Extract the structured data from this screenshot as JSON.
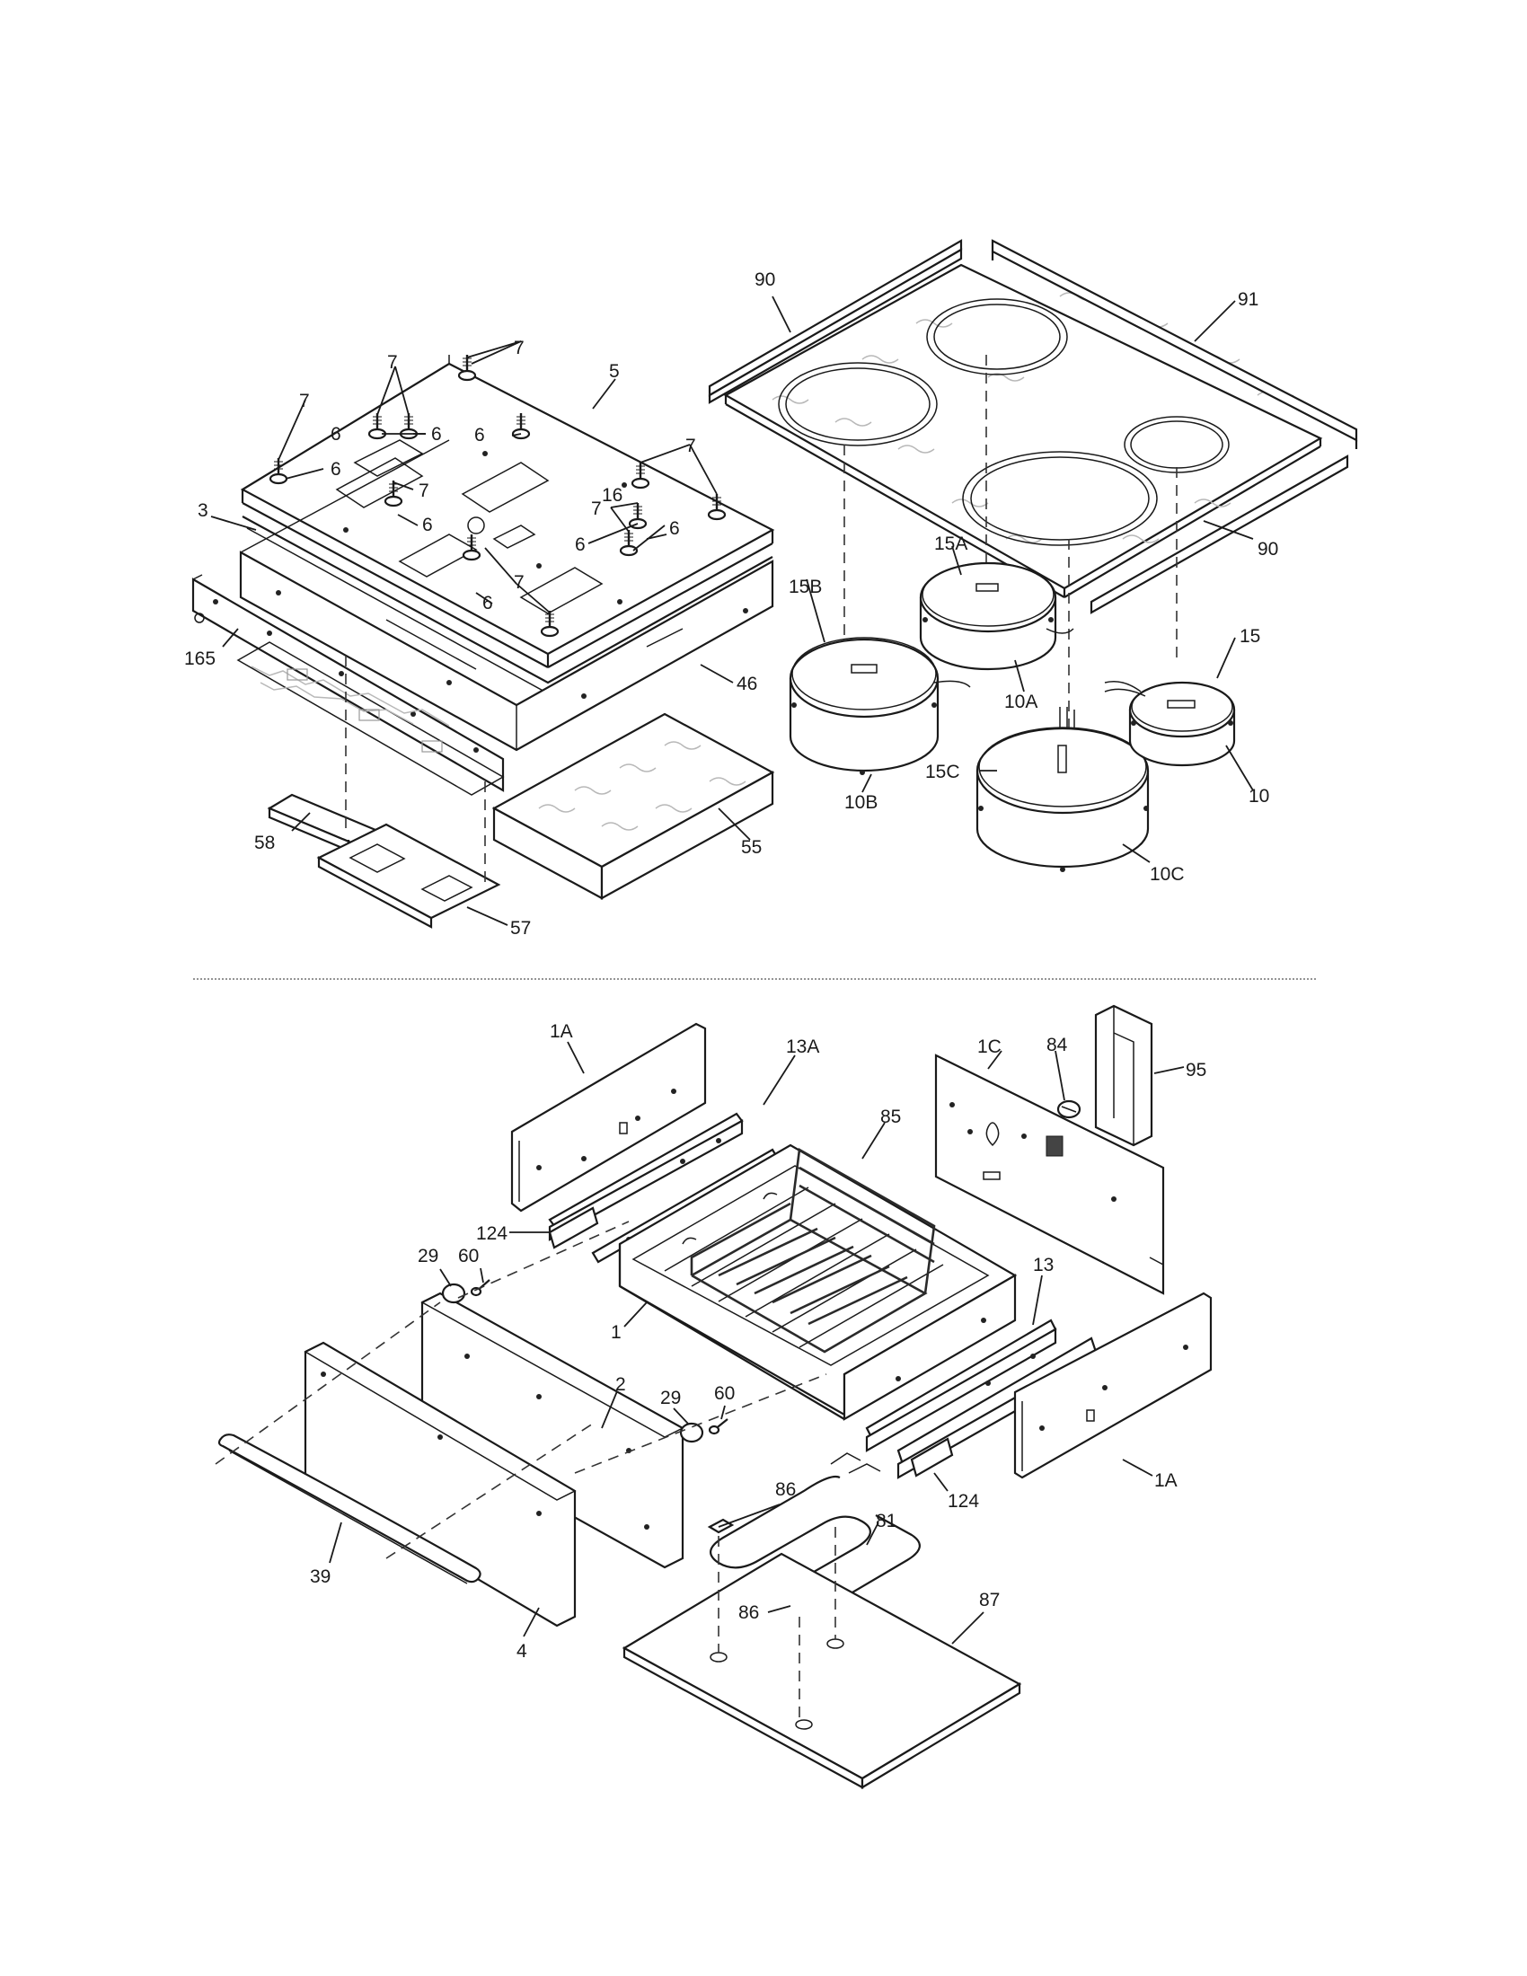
{
  "upper_assembly": {
    "labels": {
      "cooktop_glass": "16",
      "trim_left": "90",
      "trim_front": "90",
      "trim_rear": "91",
      "main_top": "5",
      "heat_shield": "3",
      "burner_box": "46",
      "insulation": "55",
      "control_panel": "165",
      "bracket_58": "58",
      "bracket_57": "57",
      "screw_label": "7",
      "grommet_label": "6",
      "element_15": "15",
      "element_15a": "15A",
      "element_15b": "15B",
      "element_15c": "15C",
      "housing_10": "10",
      "housing_10a": "10A",
      "housing_10b": "10B",
      "housing_10c": "10C"
    }
  },
  "lower_assembly": {
    "labels": {
      "side_panel_left": "1A",
      "side_panel_right": "1A",
      "rear_panel": "1C",
      "thermostat": "84",
      "wire_cover": "95",
      "slide_left": "13A",
      "slide_right": "13",
      "rack": "85",
      "slide_bracket_left": "124",
      "slide_bracket_right": "124",
      "drawer_body": "1",
      "drawer_front_inner": "2",
      "drawer_front_outer": "4",
      "handle": "39",
      "bumper_left": "29",
      "bumper_right": "29",
      "screw_left": "60",
      "screw_right": "60",
      "clip_upper": "86",
      "clip_lower": "86",
      "heating_element": "81",
      "bottom_panel": "87"
    }
  }
}
